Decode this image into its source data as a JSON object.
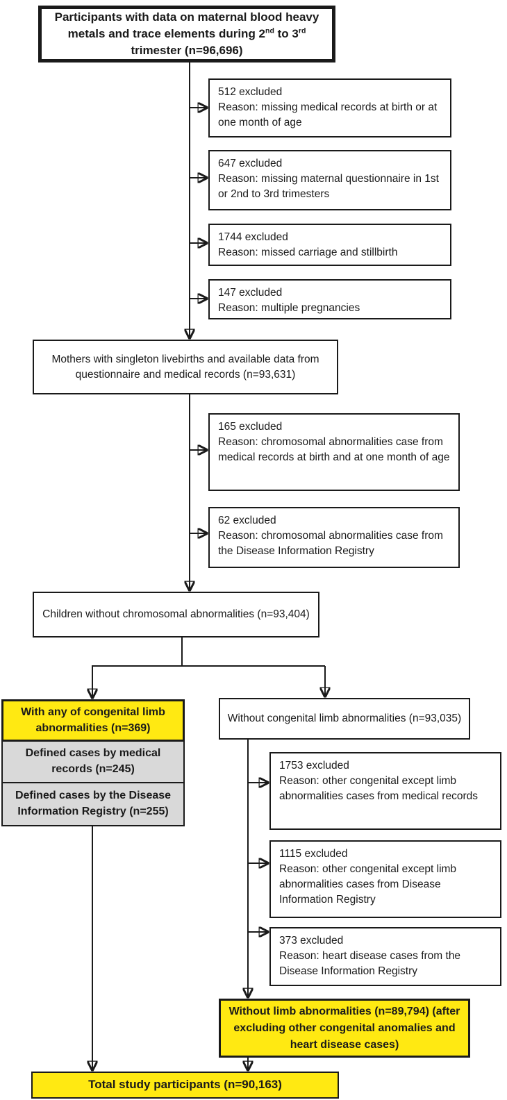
{
  "colors": {
    "highlight_yellow": "#FFE912",
    "sub_gray": "#D9D9D9",
    "border_black": "#1a1a1a"
  },
  "flow": {
    "top": {
      "pre": "Participants with data on maternal blood heavy metals and trace elements during 2",
      "sup1": "nd",
      "mid": " to 3",
      "sup2": "rd",
      "post": " trimester (n=96,696)"
    },
    "mothers": "Mothers with singleton livebirths and available data from questionnaire and medical records (n=93,631)",
    "children": "Children without chromosomal abnormalities (n=93,404)",
    "with_limb": "With any of congenital limb abnormalities (n=369)",
    "defined_medical": "Defined cases by medical records (n=245)",
    "defined_registry": "Defined cases by the Disease Information Registry (n=255)",
    "without_limb": "Without congenital limb abnormalities (n=93,035)",
    "without_limb_final": {
      "line1": "Without limb abnormalities (n=89,794)",
      "line2": "(after excluding other congenital",
      "line3": "anomalies and heart disease cases)"
    },
    "total": "Total study participants (n=90,163)"
  },
  "exclusions": [
    {
      "count": "512 excluded",
      "reason": "Reason: missing medical records at birth or at one month of age"
    },
    {
      "count": "647 excluded",
      "reason": "Reason: missing maternal questionnaire in 1st or 2nd to 3rd trimesters"
    },
    {
      "count": "1744 excluded",
      "reason": "Reason: missed carriage and stillbirth"
    },
    {
      "count": "147 excluded",
      "reason": "Reason: multiple pregnancies"
    },
    {
      "count": "165 excluded",
      "reason": "Reason: chromosomal abnormalities case from medical records at birth and at one month of age"
    },
    {
      "count": "62 excluded",
      "reason": "Reason: chromosomal abnormalities case from the Disease Information Registry"
    },
    {
      "count": "1753 excluded",
      "reason": "Reason: other congenital except limb abnormalities cases from medical records"
    },
    {
      "count": "1115 excluded",
      "reason": "Reason: other congenital except limb abnormalities cases from Disease Information Registry"
    },
    {
      "count": "373 excluded",
      "reason": "Reason: heart disease cases from the Disease Information Registry"
    }
  ]
}
